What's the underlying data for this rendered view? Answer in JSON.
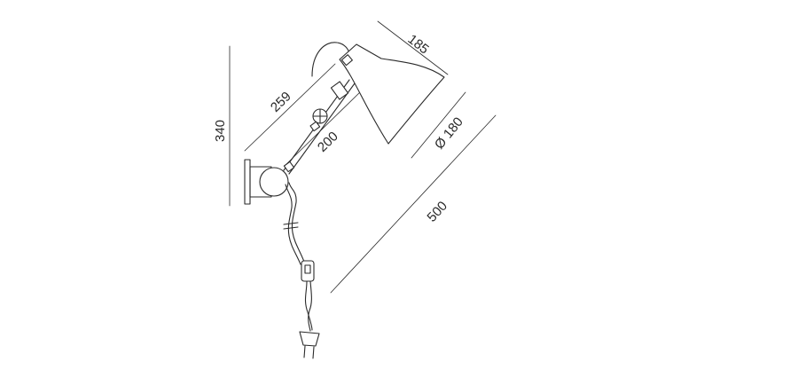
{
  "dimensions": {
    "height": "340",
    "arm_length": "259",
    "lower_arm": "200",
    "shade_width": "185",
    "shade_diameter": "Ø 180",
    "total_reach": "500"
  },
  "colors": {
    "line": "#2a2a2a",
    "background": "#ffffff"
  }
}
